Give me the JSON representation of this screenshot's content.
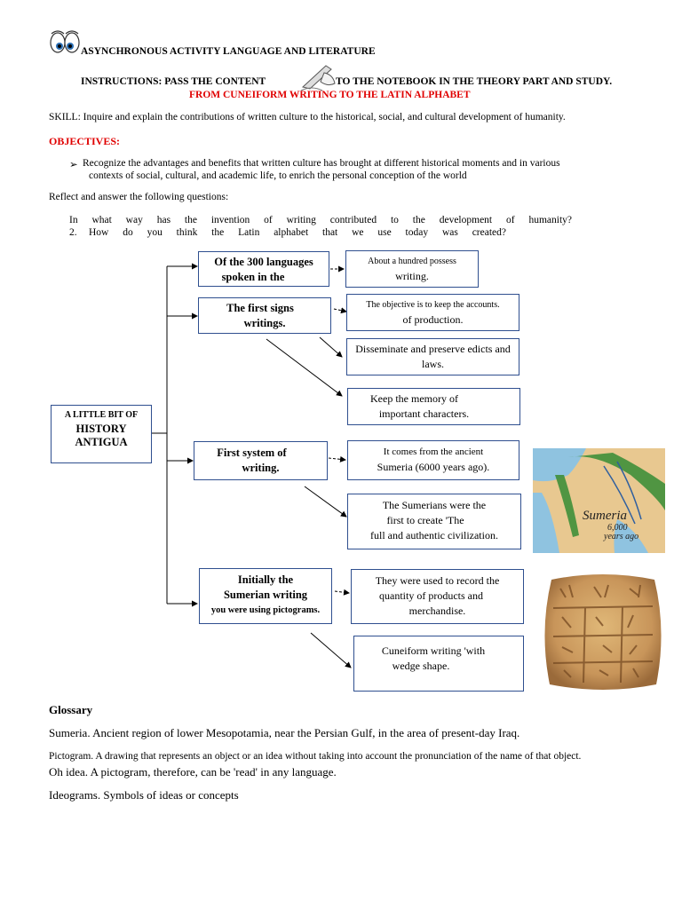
{
  "header": {
    "title": "ASYNCHRONOUS ACTIVITY LANGUAGE AND LITERATURE",
    "instructions_a": "INSTRUCTIONS: PASS THE CONTENT",
    "instructions_b": "TO THE NOTEBOOK IN THE THEORY PART AND STUDY.",
    "subtitle": "FROM CUNEIFORM WRITING TO THE LATIN ALPHABET"
  },
  "skill": "SKILL: Inquire and explain the contributions of written culture to the historical, social, and cultural development of humanity.",
  "objectives": {
    "heading": "OBJECTIVES:",
    "bullet": "➢",
    "item_line1": "Recognize the advantages and benefits that written culture has brought at different historical moments and in various",
    "item_line2": "contexts of social, cultural, and academic life, to enrich the personal conception of the world"
  },
  "reflect": {
    "intro": "Reflect and answer the following questions:",
    "q1": "In what way has the invention of writing contributed to the development of humanity?",
    "q2_num": "2.",
    "q2": "How do you think the Latin alphabet that we use today was created?"
  },
  "diagram": {
    "root": {
      "line1": "A LITTLE BIT OF",
      "line2": "HISTORY",
      "line3": "ANTIGUA"
    },
    "b1": {
      "line1": "Of the 300 languages",
      "line2": "spoken in the"
    },
    "b1r": {
      "line1": "About a hundred possess",
      "line2": "writing."
    },
    "b2": {
      "line1": "The first signs",
      "line2": "writings."
    },
    "b2r1": {
      "line1": "The objective is to keep the accounts.",
      "line2": "of production."
    },
    "b2r2": {
      "line1": "Disseminate and preserve edicts and",
      "line2": "laws."
    },
    "b2r3": {
      "line1": "Keep the memory of",
      "line2": "important characters."
    },
    "b3": {
      "line1": "First system of",
      "line2": "writing."
    },
    "b3r1": {
      "line1": "It comes from the ancient",
      "line2": "Sumeria (6000 years ago)."
    },
    "b3r2": {
      "line1": "The Sumerians were the",
      "line2": "first to create 'The",
      "line3": "full and authentic civilization."
    },
    "b4": {
      "line1": "Initially the",
      "line2": "Sumerian writing",
      "line3": "you were using pictograms."
    },
    "b4r1": {
      "line1": "They were used to record the",
      "line2": "quantity of products and",
      "line3": "merchandise."
    },
    "b4r2": {
      "line1": "Cuneiform writing 'with",
      "line2": "wedge shape."
    }
  },
  "map": {
    "label1": "Sumeria",
    "label2": "6,000",
    "label3": "years ago",
    "colors": {
      "sea": "#8fc3e0",
      "land": "#e8c890",
      "green": "#3f8f3a"
    }
  },
  "glossary": {
    "heading": "Glossary",
    "sumeria": "Sumeria. Ancient region of lower Mesopotamia, near the Persian Gulf, in the area of present-day Iraq.",
    "pictogram_1": "Pictogram. A drawing that represents an object or an idea without taking into account the pronunciation of the name of that object.",
    "pictogram_2": "Oh idea. A pictogram, therefore, can be 'read' in any language.",
    "ideograms": "Ideograms. Symbols of ideas or concepts"
  }
}
